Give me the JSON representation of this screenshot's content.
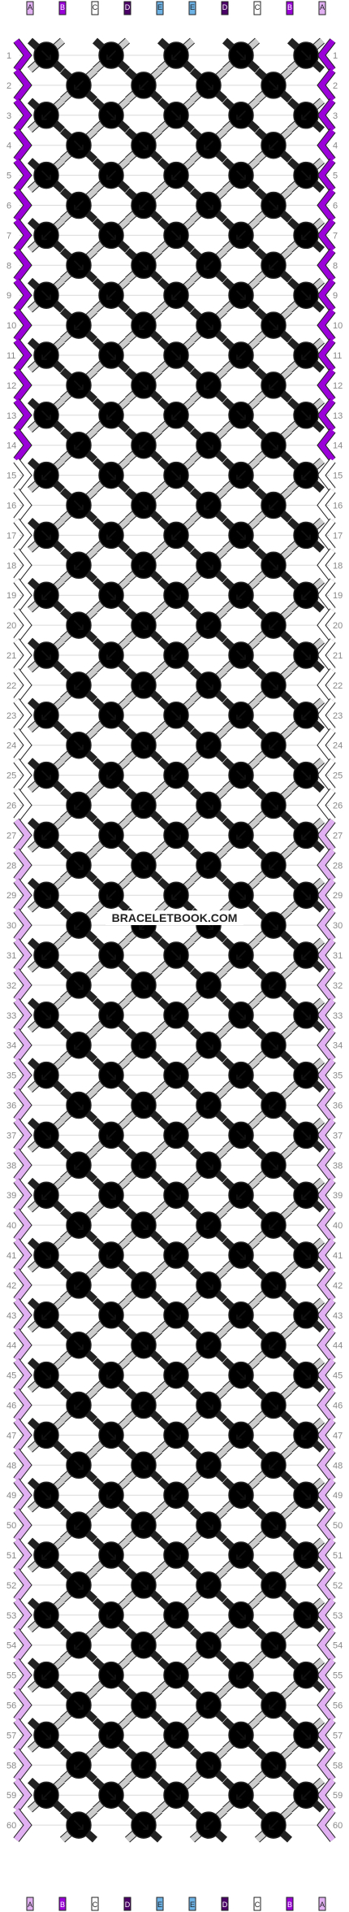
{
  "watermark": "BRACELETBOOK.COM",
  "colors": {
    "A": "#e0b0f2",
    "B": "#9a00d8",
    "C": "#ffffff",
    "D": "#4a0066",
    "E": "#6db3e6"
  },
  "strand_order": [
    "A",
    "B",
    "C",
    "D",
    "E",
    "E",
    "D",
    "C",
    "B",
    "A"
  ],
  "rows": [
    "1",
    "2",
    "3",
    "4",
    "5",
    "6",
    "7",
    "8",
    "9",
    "10",
    "11",
    "12",
    "13",
    "14",
    "15",
    "16",
    "17",
    "18",
    "19",
    "20",
    "21",
    "22",
    "23",
    "24",
    "25",
    "26",
    "27",
    "28",
    "29",
    "30",
    "31",
    "32",
    "33",
    "34",
    "35",
    "36",
    "37",
    "38",
    "39",
    "40",
    "41",
    "42",
    "43",
    "44",
    "45",
    "46",
    "47",
    "48",
    "49",
    "50",
    "51",
    "52",
    "53",
    "54",
    "55",
    "56",
    "57",
    "58",
    "59",
    "60"
  ]
}
